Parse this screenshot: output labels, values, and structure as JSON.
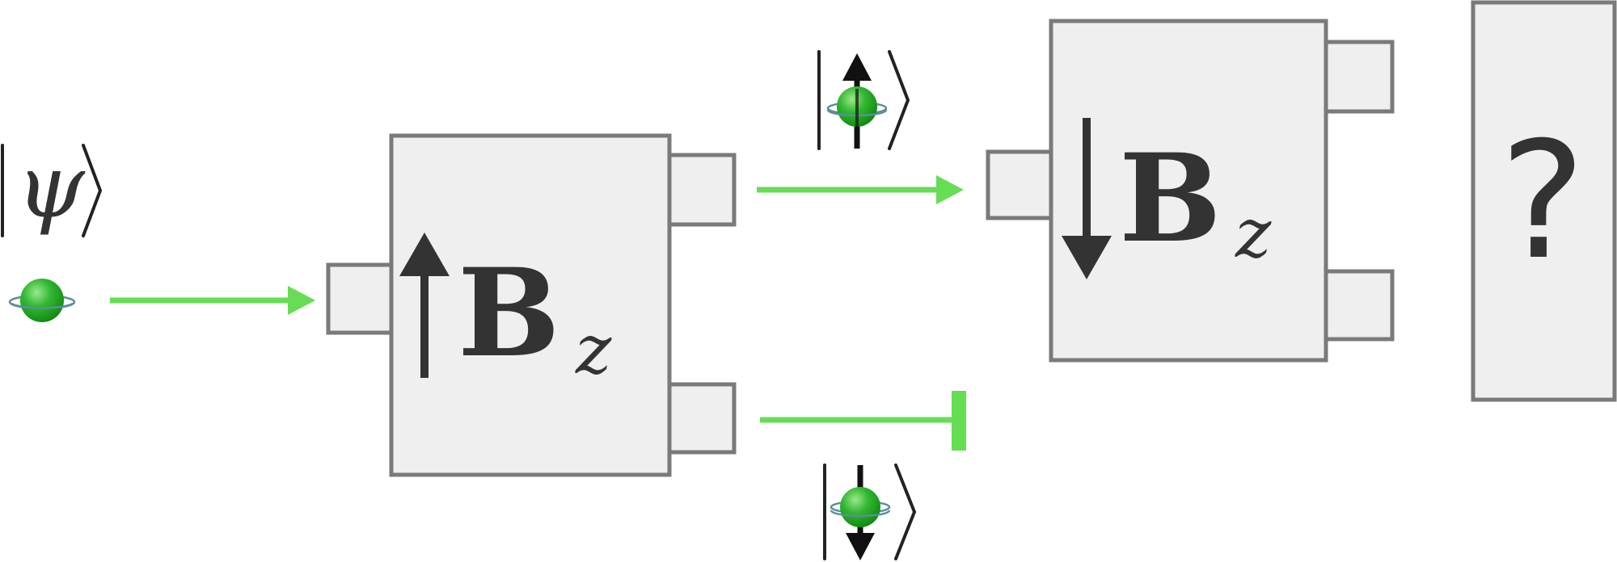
{
  "input_state": {
    "ket_label": "ψ"
  },
  "magnet_1": {
    "field_label": "B",
    "field_subscript": "z",
    "field_direction": "up"
  },
  "upper_output": {
    "spin_direction": "up"
  },
  "lower_output": {
    "spin_direction": "down",
    "blocked": true
  },
  "magnet_2": {
    "field_label": "B",
    "field_subscript": "z",
    "field_direction": "down"
  },
  "result_box": {
    "label": "?"
  },
  "colors": {
    "beam": "#66dd55",
    "box_fill": "#efefef",
    "box_stroke": "#7a7a7a",
    "particle": "#22aa22",
    "text": "#333333"
  }
}
